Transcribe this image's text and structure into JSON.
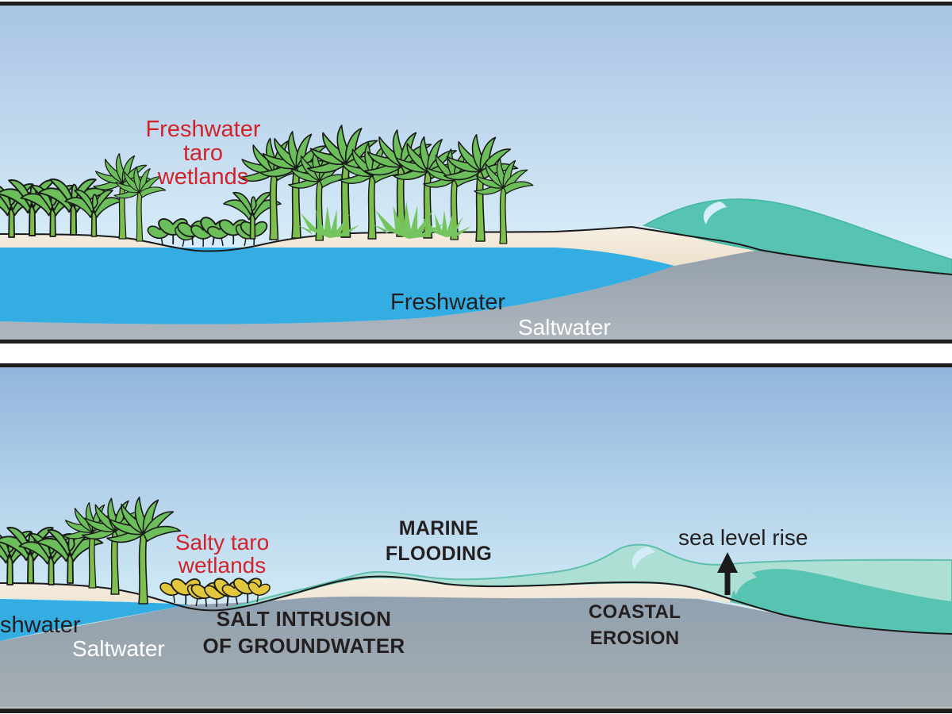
{
  "panel_top": {
    "wetland_label_lines": [
      "Freshwater",
      "taro",
      "wetlands"
    ],
    "freshwater_label": "Freshwater",
    "saltwater_label": "Saltwater"
  },
  "panel_bottom": {
    "wetland_label_lines": [
      "Salty taro",
      "wetlands"
    ],
    "marine_flooding_lines": [
      "MARINE",
      "FLOODING"
    ],
    "salt_intrusion_lines": [
      "SALT INTRUSION",
      "OF GROUNDWATER"
    ],
    "coastal_erosion_lines": [
      "COASTAL",
      "EROSION"
    ],
    "sea_level_rise_label": "sea level rise",
    "freshwater_label_partial": "shwater",
    "saltwater_label": "Saltwater"
  },
  "colors": {
    "label_red": "#D2232A",
    "text_black": "#231F20",
    "freshwater_blue": "#34ADE3",
    "saltwater_gray": "#97A2AD",
    "ocean_teal": "#57C4B1",
    "flood_teal_light": "#AEDFD5",
    "sand": "#F4EBDC",
    "sky_top": "#A9C4E4",
    "sky_bottom": "#DCF1FA",
    "frame_black": "#1D1D1B"
  }
}
